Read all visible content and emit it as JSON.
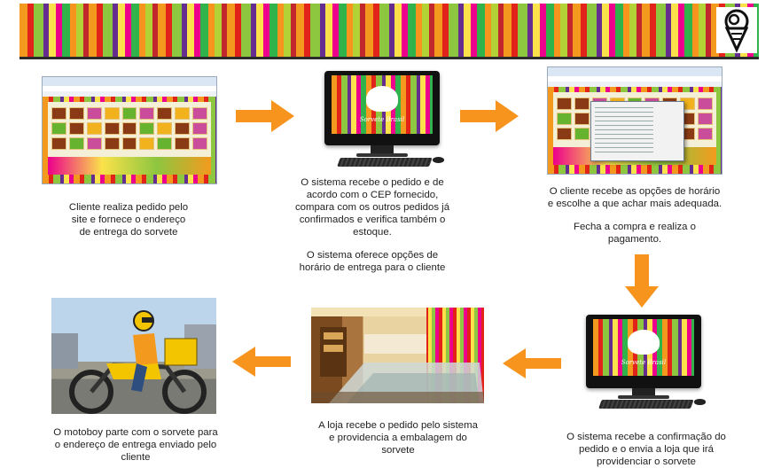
{
  "banner": {
    "logo_icon": "ice-cream-logo-icon"
  },
  "monitor_brand": "Sorvete Brasil",
  "steps": [
    {
      "lines": [
        "Cliente realiza pedido pelo",
        "site e fornece o endereço",
        "de entrega do sorvete"
      ]
    },
    {
      "paragraphs": [
        [
          "O sistema recebe o pedido e de",
          "acordo com o CEP fornecido,",
          "compara com os outros pedidos já",
          "confirmados e verifica também o",
          "estoque."
        ],
        [
          "O sistema oferece opções de",
          "horário de entrega para o cliente"
        ]
      ]
    },
    {
      "paragraphs": [
        [
          "O cliente recebe as opções de horário",
          "e escolhe a que achar mais adequada."
        ],
        [
          "Fecha a compra e realiza o",
          "pagamento."
        ]
      ]
    },
    {
      "lines": [
        "O sistema recebe a confirmação do",
        "pedido e o envia a loja que irá",
        "providenciar o sorvete"
      ]
    },
    {
      "lines": [
        "A loja recebe o pedido pelo sistema",
        "e providencia a embalagem do",
        "sorvete"
      ]
    },
    {
      "lines": [
        "O motoboy parte com o sorvete para",
        "o endereço de entrega enviado pelo",
        "cliente"
      ]
    }
  ],
  "colors": {
    "arrow": "#f7941d",
    "caption_text": "#222222"
  }
}
